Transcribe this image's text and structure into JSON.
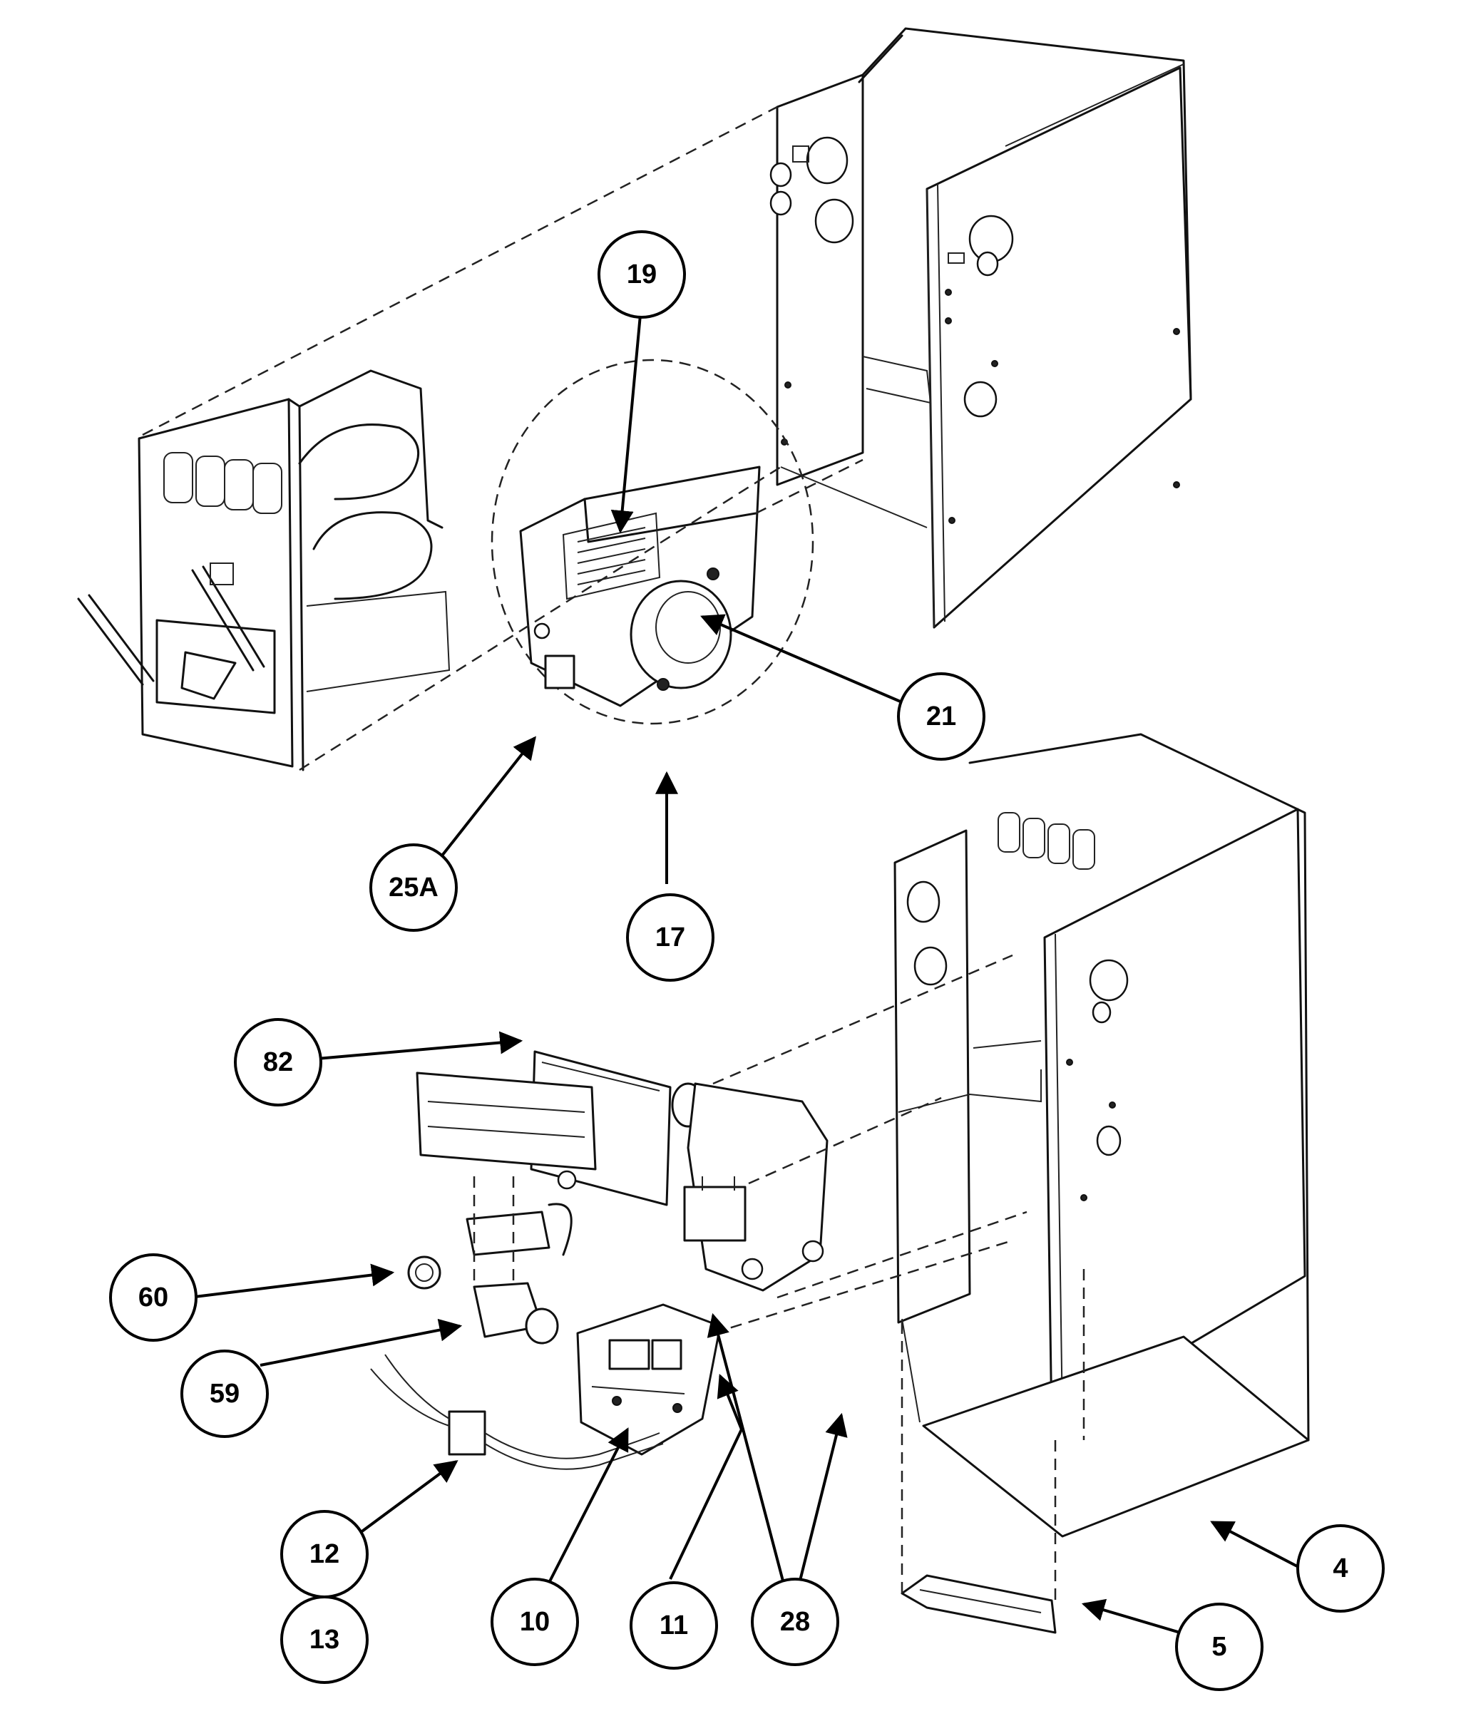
{
  "callouts": {
    "c19": "19",
    "c21": "21",
    "c25A": "25A",
    "c17": "17",
    "c82": "82",
    "c60": "60",
    "c59": "59",
    "c12": "12",
    "c13": "13",
    "c10": "10",
    "c11": "11",
    "c28": "28",
    "c4": "4",
    "c5": "5"
  }
}
